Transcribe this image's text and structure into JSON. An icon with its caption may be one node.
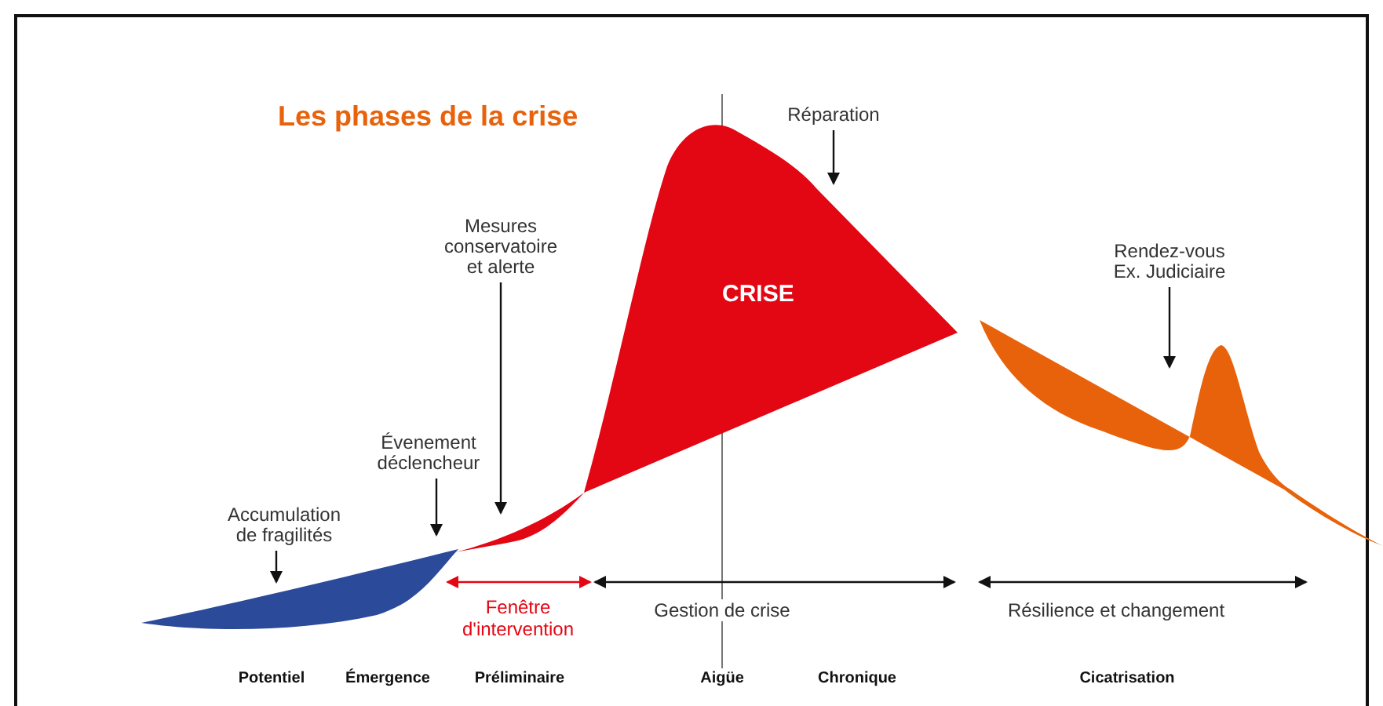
{
  "diagram": {
    "title": "Les phases de la crise",
    "nodes": [
      {
        "text": [
          "Accumulation de fragilités"
        ]
      },
      {
        "text": [
          "Évenement déclencheur"
        ]
      },
      {
        "text": [
          "Mesures conservatoire et alerte"
        ]
      },
      {
        "text": [
          "Réparation"
        ]
      },
      {
        "text": [
          "Rendez-vous Ex. Judiciaire"
        ]
      },
      {
        "text": [],
        "shape": "wedge"
      },
      {
        "text": [],
        "shape": "wedge"
      },
      {
        "text": [
          "CRISE"
        ]
      },
      {
        "text": [],
        "shape": "wedge"
      }
    ],
    "edges": [
      {
        "from": 0,
        "to": 5,
        "arrow": "to"
      },
      {
        "from": 1,
        "to": 5,
        "arrow": "to"
      },
      {
        "from": 2,
        "to": 6,
        "arrow": "to"
      },
      {
        "from": 3,
        "to": 7,
        "arrow": "to"
      },
      {
        "from": 4,
        "to": 8,
        "arrow": "to"
      }
    ],
    "labels": [
      "Fenêtre d'intervention",
      "Gestion de crise",
      "Résilience et changement",
      "Potentiel",
      "Émergence",
      "Préliminaire",
      "Aigüe",
      "Chronique",
      "Cicatrisation"
    ]
  }
}
